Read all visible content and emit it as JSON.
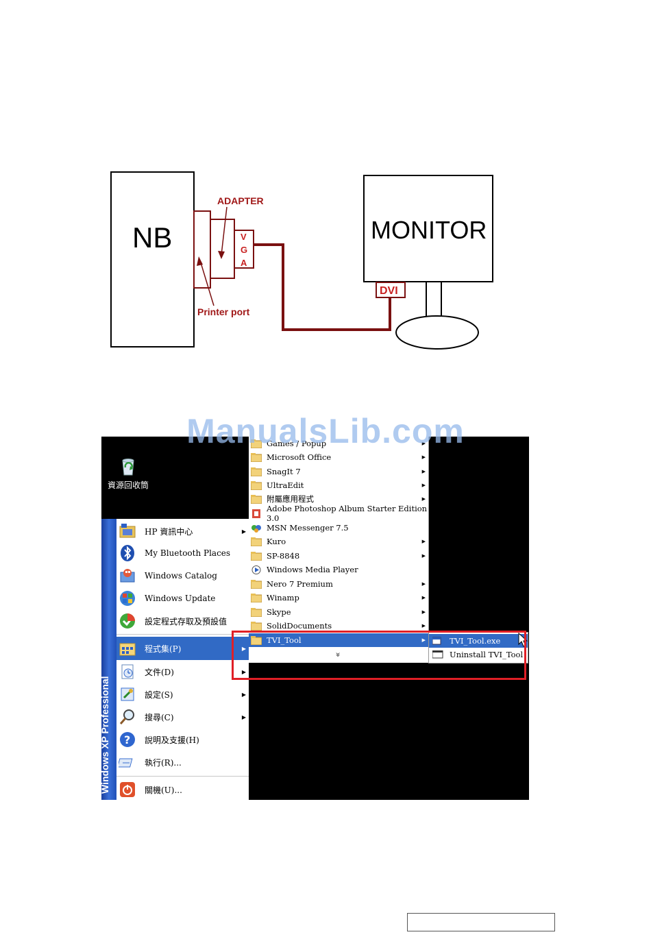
{
  "diagram": {
    "nb_label": "NB",
    "monitor_label": "MONITOR",
    "adapter_label": "ADAPTER",
    "vga_letters": [
      "V",
      "G",
      "A"
    ],
    "dvi_label": "DVI",
    "printer_port_label": "Printer port"
  },
  "desktop": {
    "recycle_bin_label": "資源回收筒"
  },
  "start_menu": {
    "side_band_text": "Windows XP  Professional",
    "items": [
      {
        "label": "HP 資訊中心",
        "icon": "hp-info-icon",
        "submenu": true
      },
      {
        "label": "My Bluetooth Places",
        "icon": "bluetooth-icon",
        "submenu": false
      },
      {
        "label": "Windows Catalog",
        "icon": "windows-catalog-icon",
        "submenu": false
      },
      {
        "label": "Windows Update",
        "icon": "windows-update-icon",
        "submenu": false
      },
      {
        "label": "設定程式存取及預設值",
        "icon": "program-access-icon",
        "submenu": false
      },
      {
        "label": "程式集(P)",
        "icon": "programs-icon",
        "submenu": true,
        "highlighted": true
      },
      {
        "label": "文件(D)",
        "icon": "documents-icon",
        "submenu": true
      },
      {
        "label": "設定(S)",
        "icon": "settings-icon",
        "submenu": true
      },
      {
        "label": "搜尋(C)",
        "icon": "search-icon",
        "submenu": true
      },
      {
        "label": "說明及支援(H)",
        "icon": "help-icon",
        "submenu": false
      },
      {
        "label": "執行(R)...",
        "icon": "run-icon",
        "submenu": false
      },
      {
        "label": "關機(U)...",
        "icon": "shutdown-icon",
        "submenu": false
      }
    ]
  },
  "programs_menu": {
    "items": [
      {
        "label": "Games / Popup",
        "icon": "folder-icon",
        "submenu": true
      },
      {
        "label": "Microsoft Office",
        "icon": "folder-icon",
        "submenu": true
      },
      {
        "label": "SnagIt 7",
        "icon": "folder-icon",
        "submenu": true
      },
      {
        "label": "UltraEdit",
        "icon": "folder-icon",
        "submenu": true
      },
      {
        "label": "附屬應用程式",
        "icon": "folder-icon",
        "submenu": true
      },
      {
        "label": "Adobe Photoshop Album Starter Edition 3.0",
        "icon": "photoshop-album-icon",
        "submenu": false
      },
      {
        "label": "MSN Messenger 7.5",
        "icon": "msn-icon",
        "submenu": false
      },
      {
        "label": "Kuro",
        "icon": "folder-icon",
        "submenu": true
      },
      {
        "label": "SP-8848",
        "icon": "folder-icon",
        "submenu": true
      },
      {
        "label": "Windows Media Player",
        "icon": "media-player-icon",
        "submenu": false
      },
      {
        "label": "Nero 7 Premium",
        "icon": "folder-icon",
        "submenu": true
      },
      {
        "label": "Winamp",
        "icon": "folder-icon",
        "submenu": true
      },
      {
        "label": "Skype",
        "icon": "folder-icon",
        "submenu": true
      },
      {
        "label": "SolidDocuments",
        "icon": "folder-icon",
        "submenu": true
      },
      {
        "label": "TVI_Tool",
        "icon": "folder-icon",
        "submenu": true,
        "highlighted": true
      }
    ],
    "expand_glyph": "»"
  },
  "tvi_menu": {
    "items": [
      {
        "label": "TVI_Tool.exe",
        "icon": "exe-icon",
        "highlighted": true
      },
      {
        "label": "Uninstall TVI_Tool",
        "icon": "window-icon",
        "highlighted": false
      }
    ]
  },
  "watermark": "ManualsLib.com",
  "colors": {
    "highlight": "#316ac5",
    "annotation_red": "#e01f26",
    "diagram_cable": "#7a1010"
  }
}
